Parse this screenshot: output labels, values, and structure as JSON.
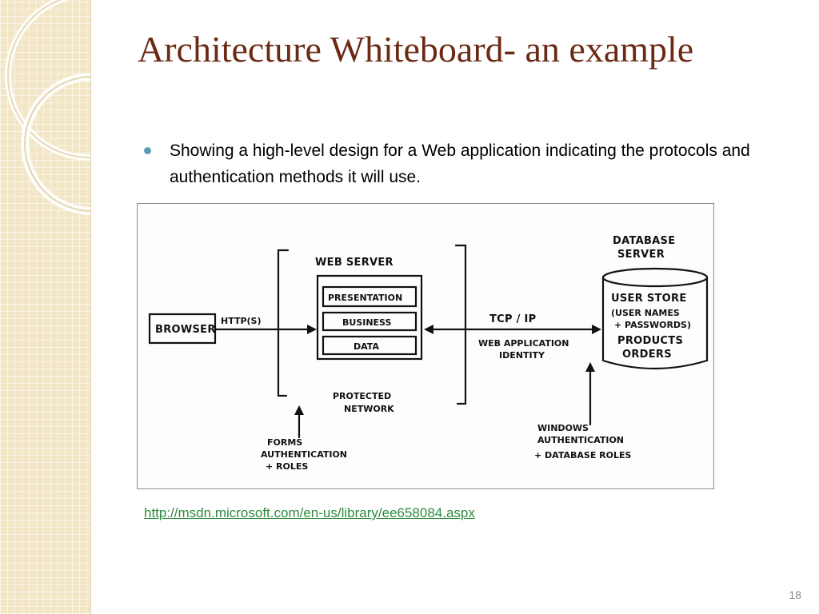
{
  "slide": {
    "title": "Architecture Whiteboard- an example",
    "bullet": "Showing a high-level design for a Web application indicating the protocols and authentication methods it will use.",
    "link": "http://msdn.microsoft.com/en-us/library/ee658084.aspx",
    "page_number": "18"
  },
  "diagram": {
    "browser": "BROWSER",
    "http": "HTTP(S)",
    "web_server": "WEB SERVER",
    "presentation": "PRESENTATION",
    "business": "BUSINESS",
    "data": "DATA",
    "protected_1": "PROTECTED",
    "protected_2": "NETWORK",
    "forms_1": "FORMS",
    "forms_2": "AUTHENTICATION",
    "forms_3": "+ ROLES",
    "tcp": "TCP / IP",
    "identity_1": "WEB APPLICATION",
    "identity_2": "IDENTITY",
    "db_label_1": "DATABASE",
    "db_label_2": "SERVER",
    "store_1": "USER STORE",
    "store_2": "(USER NAMES",
    "store_3": "+ PASSWORDS)",
    "store_4": "PRODUCTS",
    "store_5": "ORDERS",
    "windows_1": "WINDOWS",
    "windows_2": "AUTHENTICATION",
    "windows_3": "+ DATABASE ROLES"
  },
  "colors": {
    "title": "#6b2a14",
    "bullet": "#5b9bb3",
    "link": "#2e8b3f",
    "side_strip": "#f2e6c6"
  }
}
